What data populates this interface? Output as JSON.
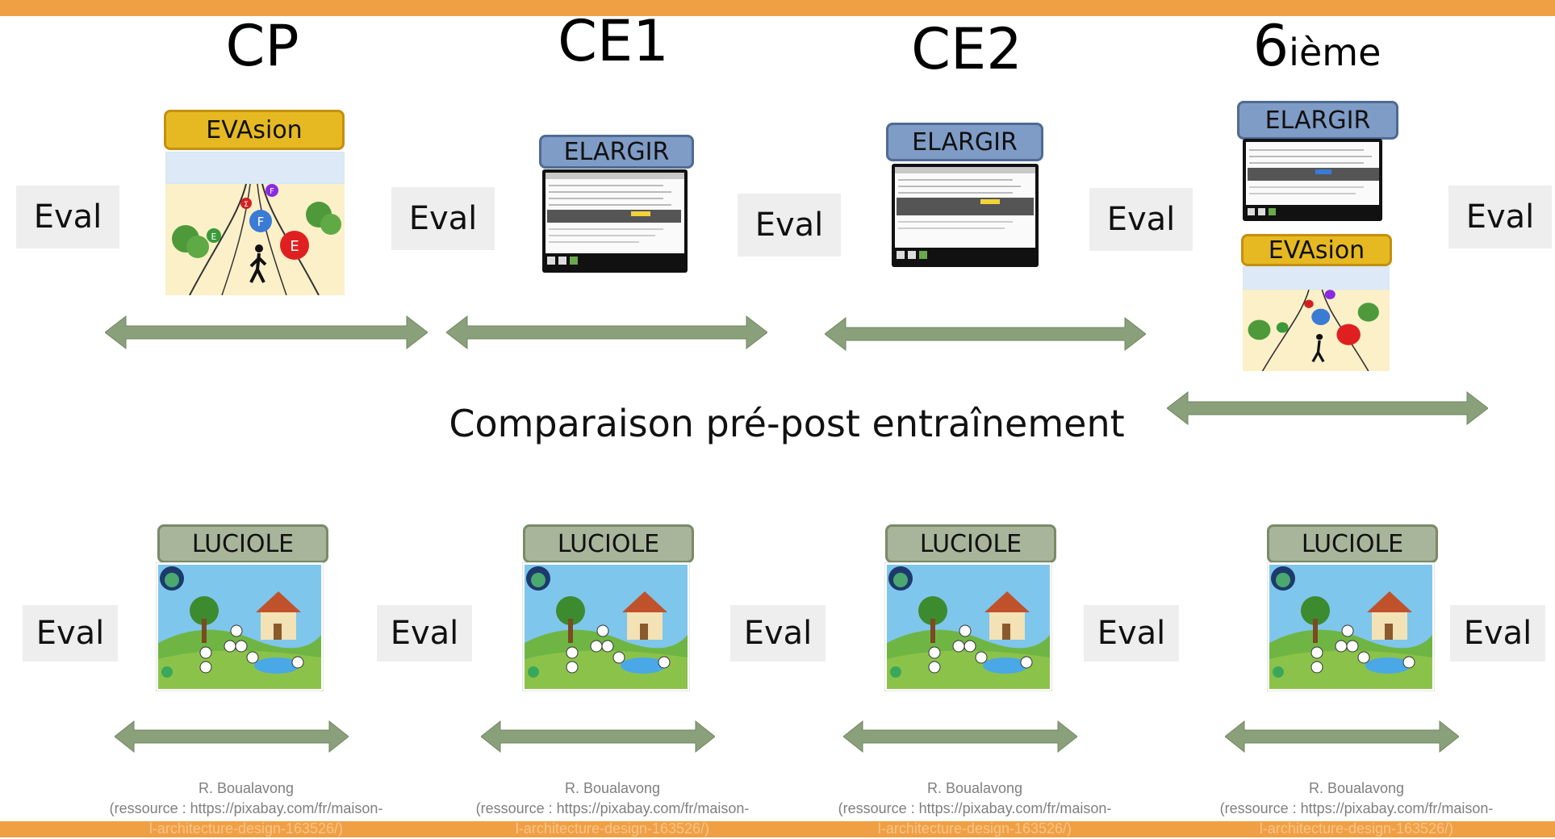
{
  "grades": [
    {
      "main": "CP",
      "sup": ""
    },
    {
      "main": "CE1",
      "sup": ""
    },
    {
      "main": "CE2",
      "sup": ""
    },
    {
      "main": "6",
      "sup": "ième"
    }
  ],
  "eval_label": "Eval",
  "labels": {
    "evasion": "EVAsion",
    "elargir": "ELARGIR",
    "luciole": "LUCIOLE"
  },
  "heading": "Comparaison pré-post entraînement",
  "credit": {
    "author": "R. Boualavong",
    "line2": "(ressource : https://pixabay.com/fr/maison-",
    "line3": "l-architecture-design-163526/)"
  },
  "evasion_circles": [
    "Σ",
    "F",
    "F",
    "E",
    "E"
  ],
  "colors": {
    "bar": "#f0a044",
    "arrow": "#8aa07a",
    "evasion": "#e6b923",
    "elargir": "#7f9cc6",
    "luciole": "#a8b59a"
  }
}
